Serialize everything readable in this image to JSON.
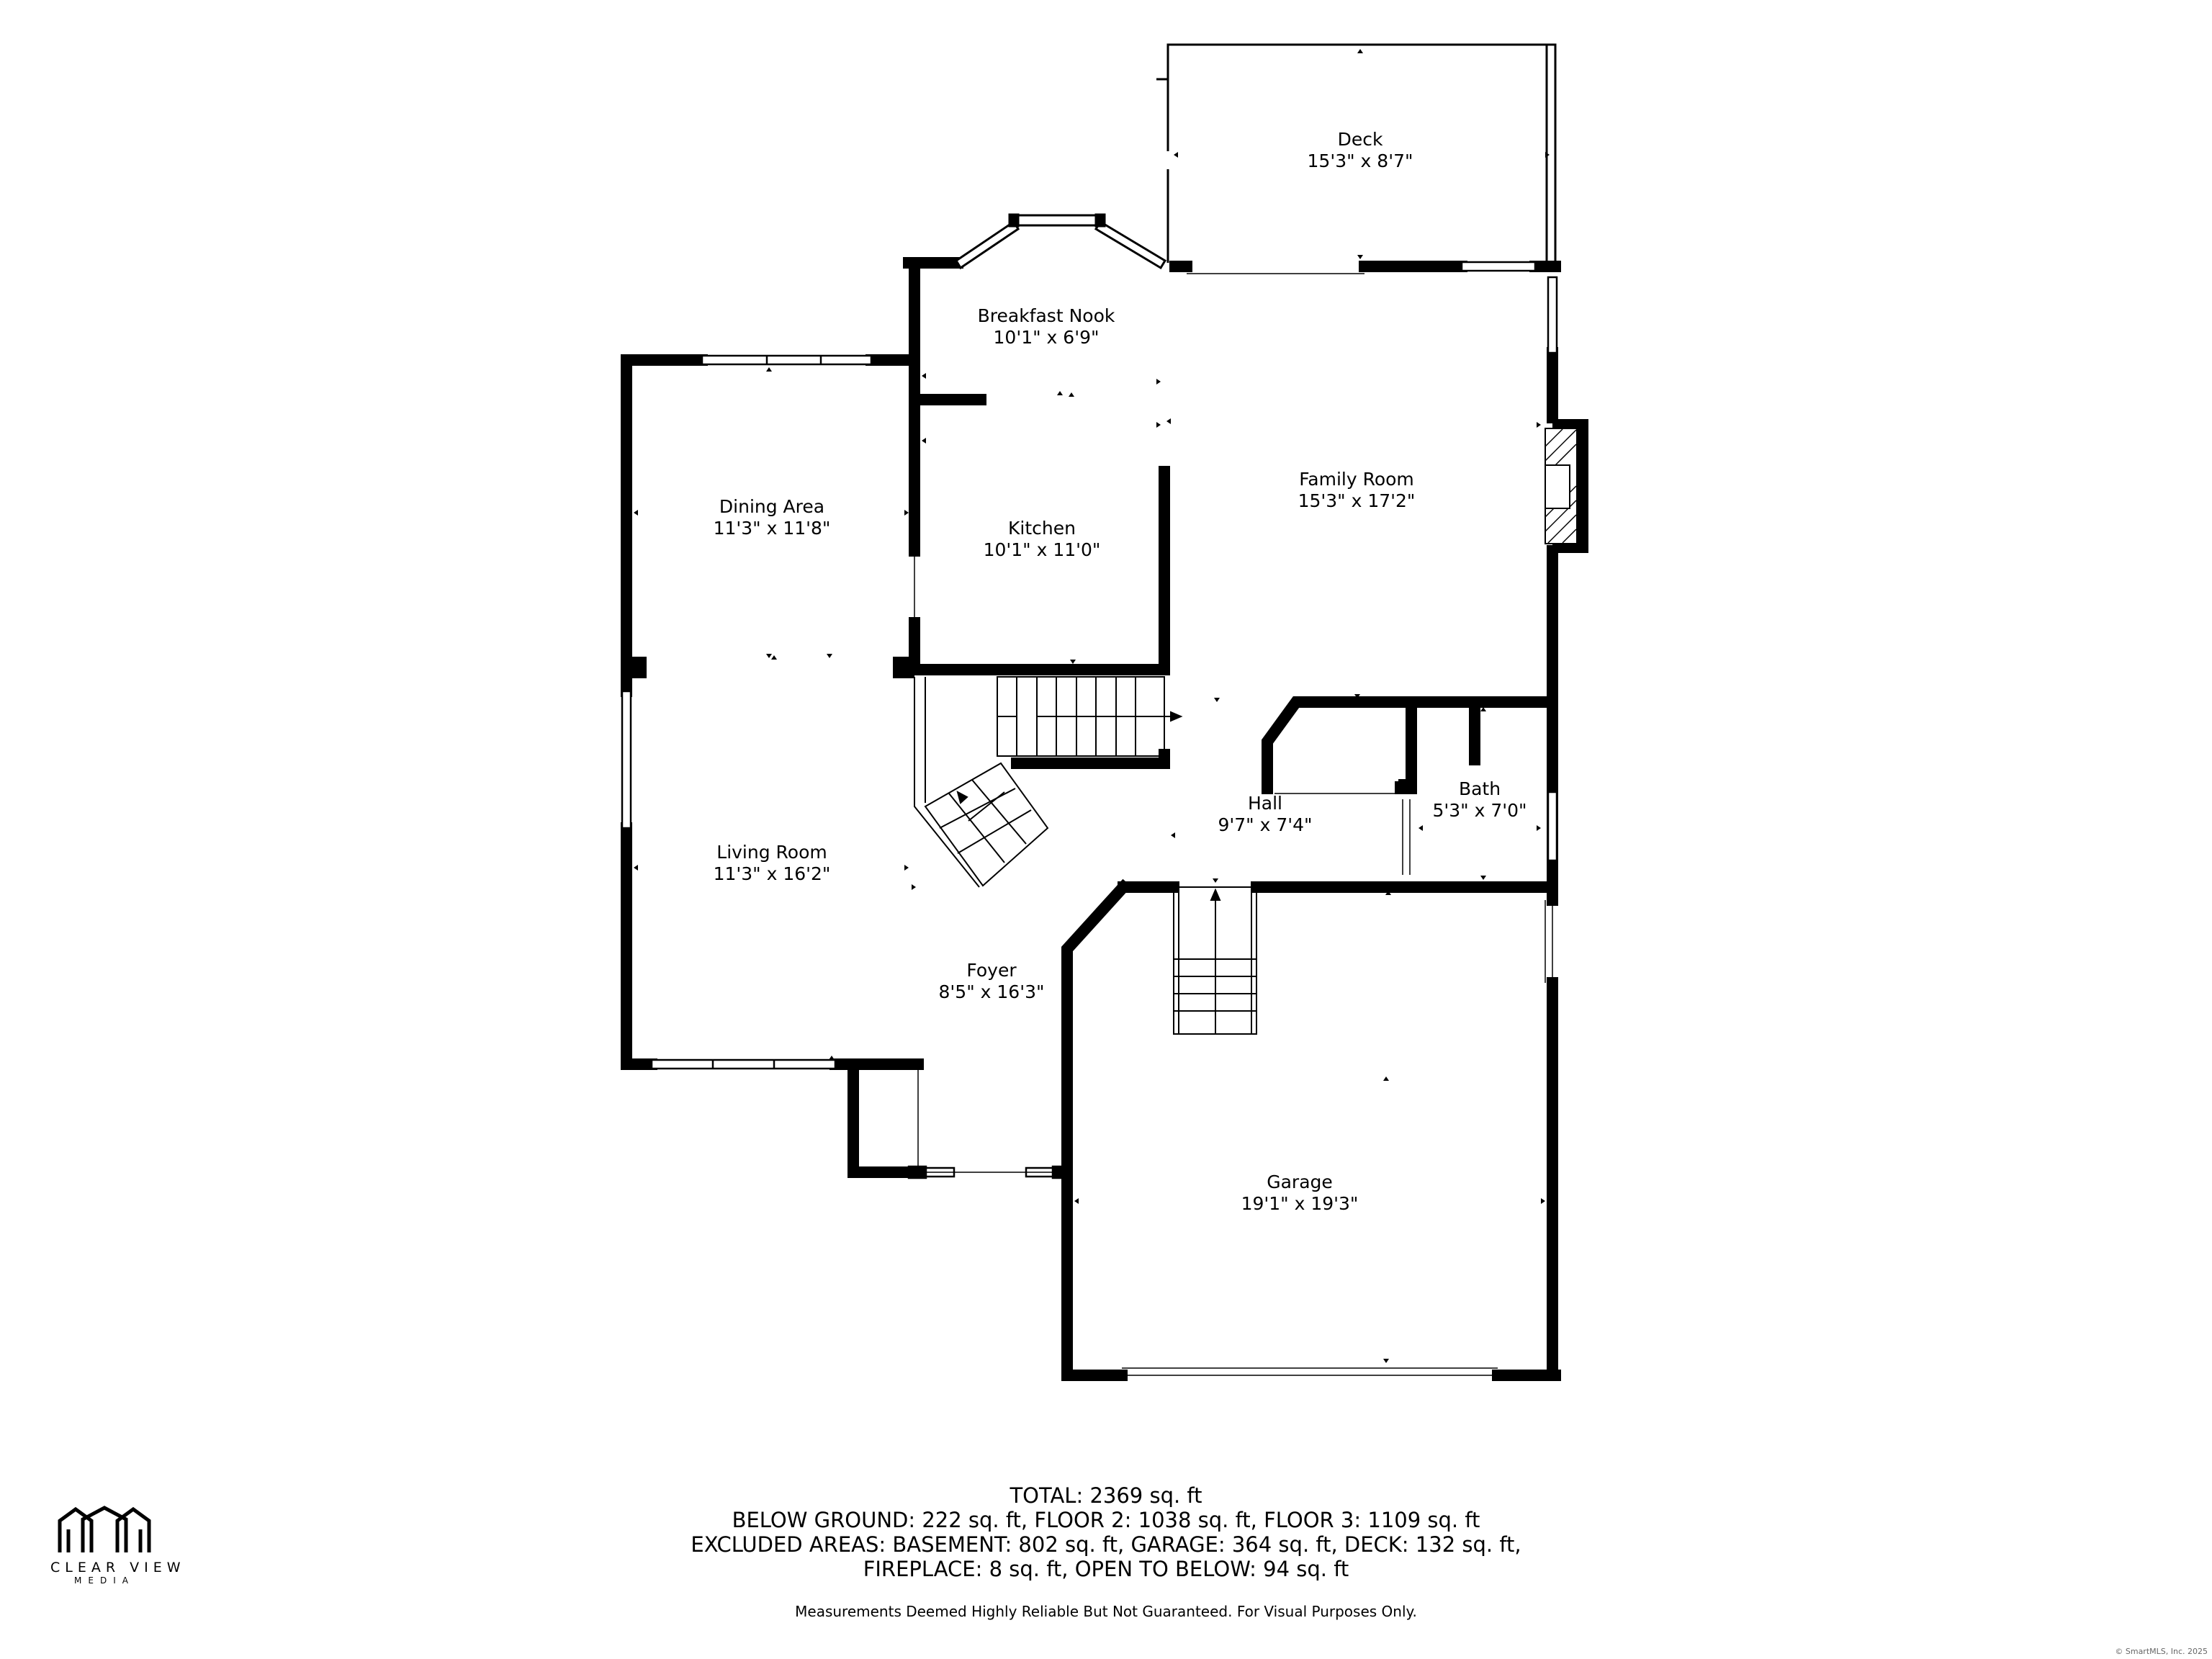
{
  "rooms": [
    {
      "name": "Deck",
      "size": "15'3\" x 8'7\""
    },
    {
      "name": "Breakfast Nook",
      "size": "10'1\" x 6'9\""
    },
    {
      "name": "Family Room",
      "size": "15'3\" x 17'2\""
    },
    {
      "name": "Dining Area",
      "size": "11'3\" x 11'8\""
    },
    {
      "name": "Kitchen",
      "size": "10'1\" x 11'0\""
    },
    {
      "name": "Hall",
      "size": "9'7\" x 7'4\""
    },
    {
      "name": "Bath",
      "size": "5'3\" x 7'0\""
    },
    {
      "name": "Living Room",
      "size": "11'3\" x 16'2\""
    },
    {
      "name": "Foyer",
      "size": "8'5\" x 16'3\""
    },
    {
      "name": "Garage",
      "size": "19'1\" x 19'3\""
    }
  ],
  "totals": {
    "line1": "TOTAL: 2369 sq. ft",
    "line2": "BELOW GROUND: 222 sq. ft, FLOOR 2: 1038 sq. ft, FLOOR 3: 1109 sq. ft",
    "line3": "EXCLUDED AREAS: BASEMENT: 802 sq. ft, GARAGE: 364 sq. ft, DECK: 132 sq. ft,",
    "line4": "FIREPLACE: 8 sq. ft, OPEN TO BELOW: 94 sq. ft"
  },
  "disclaimer": "Measurements Deemed Highly Reliable But Not Guaranteed. For Visual Purposes Only.",
  "logo": {
    "name": "CLEAR VIEW",
    "sub": "MEDIA",
    "icon": "house-outline-logo"
  },
  "copyright": "© SmartMLS, Inc. 2025"
}
